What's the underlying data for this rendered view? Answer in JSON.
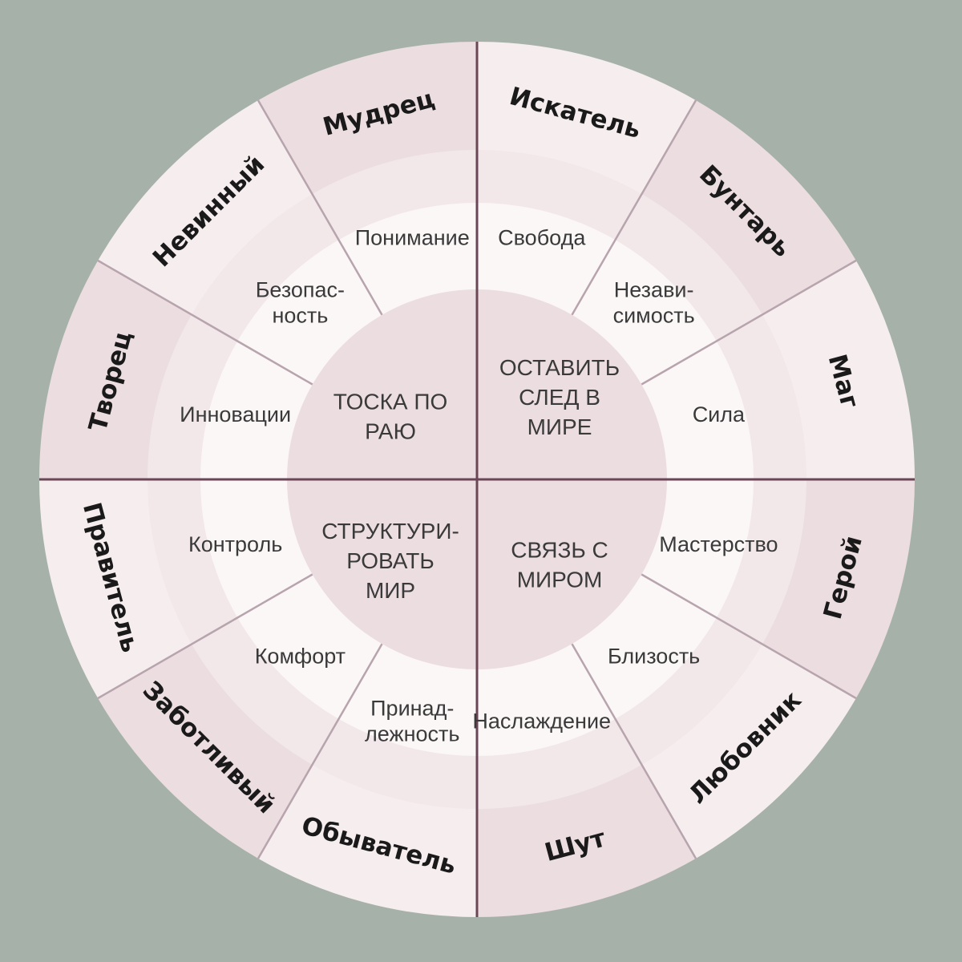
{
  "colors": {
    "background": "#a6b2a9",
    "outer_light": "#f6edee",
    "outer_dark": "#ecdde0",
    "middle_band": "#f2e8ea",
    "inner_ring": "#fbf7f7",
    "center": "#ecdde0",
    "axis": "#6a4656",
    "divider": "#b7a4ad"
  },
  "archetypes": [
    {
      "id": "seeker",
      "label": "Искатель"
    },
    {
      "id": "rebel",
      "label": "Бунтарь"
    },
    {
      "id": "magician",
      "label": "Маг"
    },
    {
      "id": "hero",
      "label": "Герой"
    },
    {
      "id": "lover",
      "label": "Любовник"
    },
    {
      "id": "jester",
      "label": "Шут"
    },
    {
      "id": "everyman",
      "label": "Обыватель"
    },
    {
      "id": "caregiver",
      "label": "Заботливый"
    },
    {
      "id": "ruler",
      "label": "Правитель"
    },
    {
      "id": "creator",
      "label": "Творец"
    },
    {
      "id": "innocent",
      "label": "Невинный"
    },
    {
      "id": "sage",
      "label": "Мудрец"
    }
  ],
  "values": [
    {
      "id": "freedom",
      "lines": [
        "Свобода"
      ]
    },
    {
      "id": "independence",
      "lines": [
        "Незави-",
        "симость"
      ]
    },
    {
      "id": "power",
      "lines": [
        "Сила"
      ]
    },
    {
      "id": "mastery",
      "lines": [
        "Мастерство"
      ]
    },
    {
      "id": "intimacy",
      "lines": [
        "Близость"
      ]
    },
    {
      "id": "pleasure",
      "lines": [
        "Наслаждение"
      ]
    },
    {
      "id": "belonging",
      "lines": [
        "Принад-",
        "лежность"
      ]
    },
    {
      "id": "comfort",
      "lines": [
        "Комфорт"
      ]
    },
    {
      "id": "control",
      "lines": [
        "Контроль"
      ]
    },
    {
      "id": "innovation",
      "lines": [
        "Инновации"
      ]
    },
    {
      "id": "safety",
      "lines": [
        "Безопас-",
        "ность"
      ]
    },
    {
      "id": "understanding",
      "lines": [
        "Понимание"
      ]
    }
  ],
  "quadrants": [
    {
      "id": "top-left",
      "lines": [
        "ТОСКА ПО",
        "РАЮ"
      ]
    },
    {
      "id": "top-right",
      "lines": [
        "ОСТАВИТЬ",
        "СЛЕД В",
        "МИРЕ"
      ]
    },
    {
      "id": "bottom-right",
      "lines": [
        "СВЯЗЬ С",
        "МИРОМ"
      ]
    },
    {
      "id": "bottom-left",
      "lines": [
        "СТРУКТУРИ-",
        "РОВАТЬ",
        "МИР"
      ]
    }
  ]
}
